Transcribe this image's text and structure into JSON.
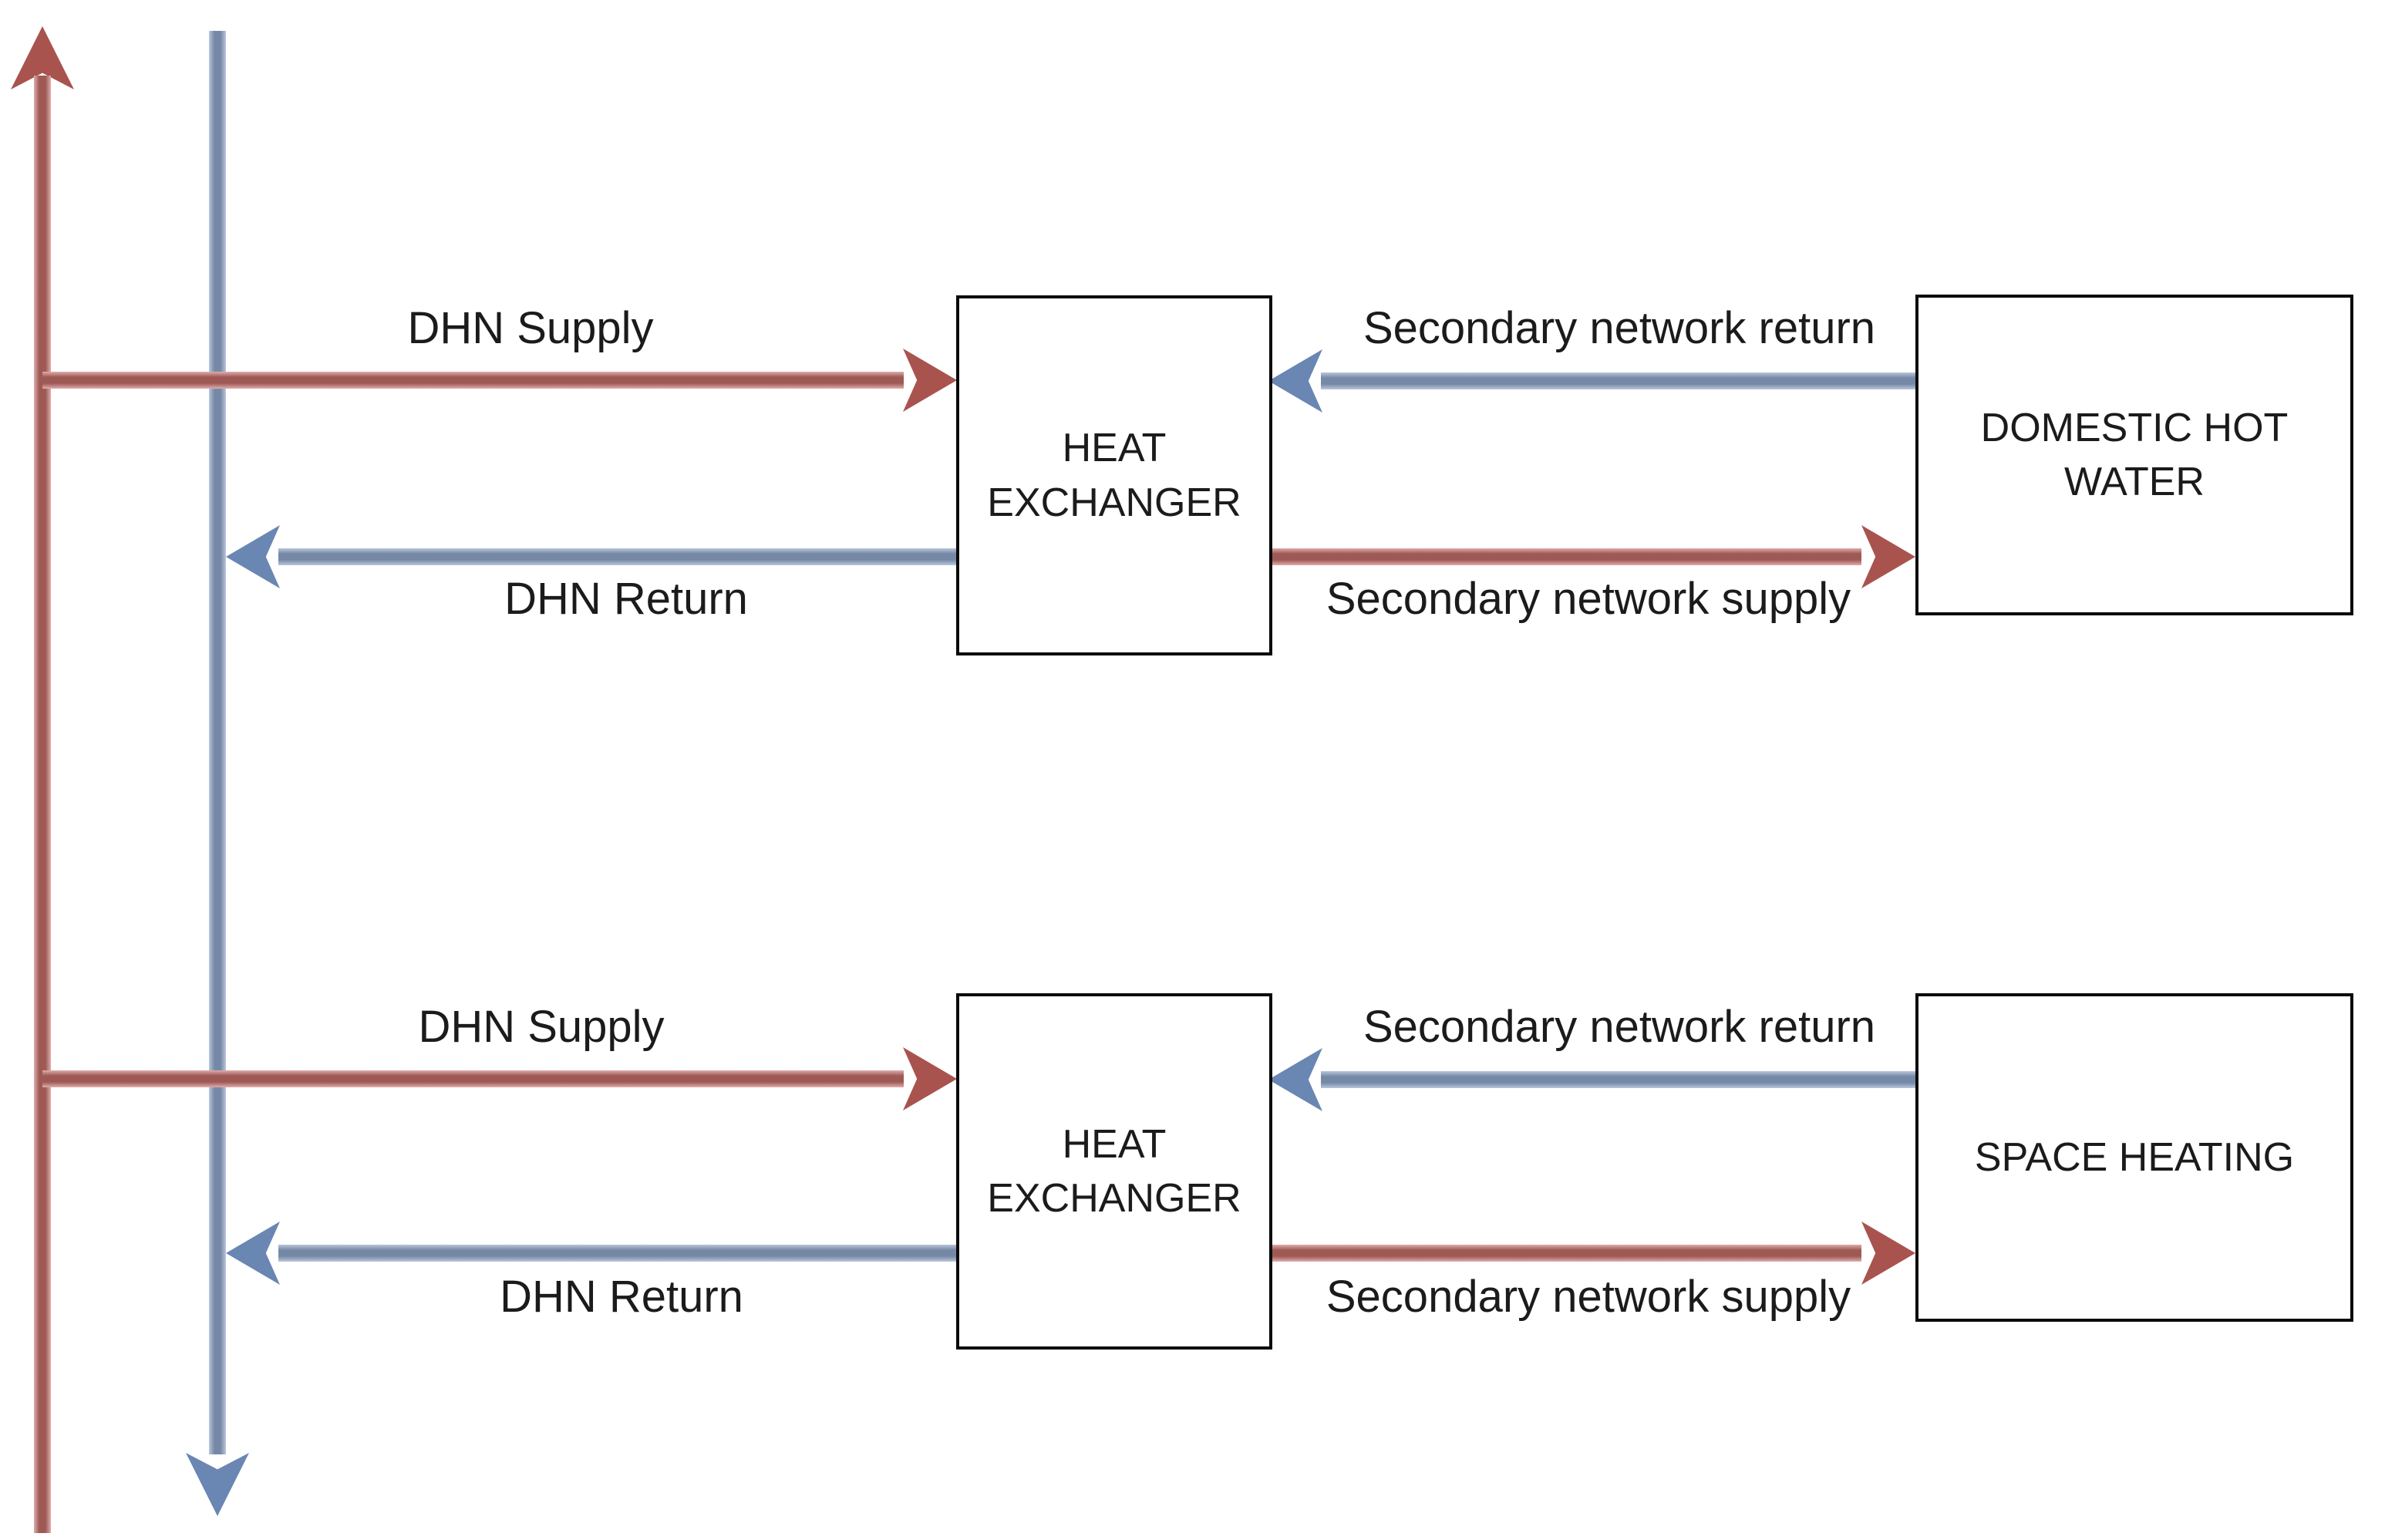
{
  "diagram": {
    "type": "district-heating-network-schematic",
    "colors": {
      "red_core": "#9e5955",
      "red_halo": "#e0adad",
      "red_arrow": "#a9534f",
      "blue_core": "#7589a7",
      "blue_halo": "#bac6db",
      "blue_arrow": "#6a86b3",
      "box_border": "#0a0a0a",
      "text": "#1b1b1b",
      "bg": "#ffffff"
    },
    "main_lines": {
      "supply_icon": "arrowhead-up-icon",
      "return_icon": "arrowhead-down-icon"
    },
    "groups": [
      {
        "dhn_supply": "DHN Supply",
        "dhn_return": "DHN Return",
        "secondary_return": "Secondary network return",
        "secondary_supply": "Secondary network supply",
        "exchanger_label": "HEAT\nEXCHANGER",
        "consumer_label": "DOMESTIC HOT\nWATER"
      },
      {
        "dhn_supply": "DHN Supply",
        "dhn_return": "DHN Return",
        "secondary_return": "Secondary network return",
        "secondary_supply": "Secondary network supply",
        "exchanger_label": "HEAT\nEXCHANGER",
        "consumer_label": "SPACE HEATING"
      }
    ]
  }
}
